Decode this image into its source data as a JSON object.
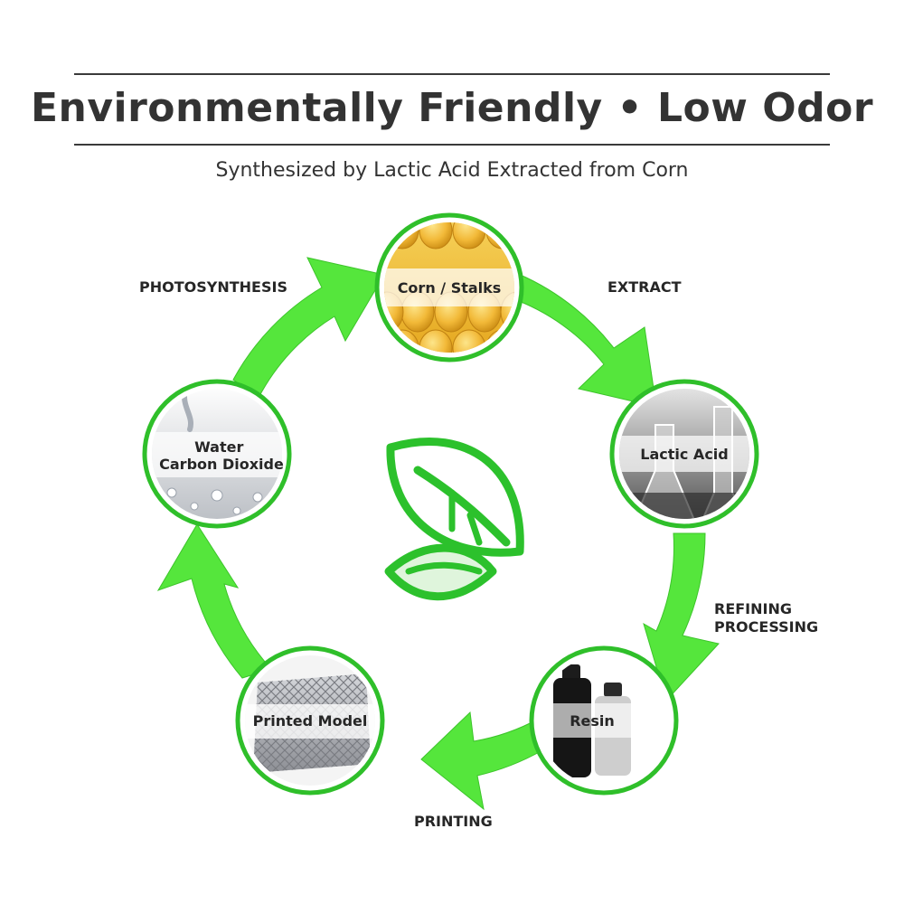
{
  "header": {
    "title": "Environmentally Friendly • Low Odor",
    "subtitle": "Synthesized by Lactic Acid Extracted from Corn"
  },
  "cycle": {
    "nodes": [
      {
        "id": "corn",
        "label_lines": [
          "Corn / Stalks"
        ],
        "icon": "corn-kernels-image"
      },
      {
        "id": "lactic",
        "label_lines": [
          "Lactic Acid"
        ],
        "icon": "lab-flasks-image"
      },
      {
        "id": "resin",
        "label_lines": [
          "Resin"
        ],
        "icon": "resin-bottles-image"
      },
      {
        "id": "model",
        "label_lines": [
          "Printed Model"
        ],
        "icon": "lattice-model-image"
      },
      {
        "id": "water",
        "label_lines": [
          "Water",
          "Carbon Dioxide"
        ],
        "icon": "water-splash-image"
      }
    ],
    "steps": [
      {
        "id": "extract",
        "label_lines": [
          "EXTRACT"
        ]
      },
      {
        "id": "refining",
        "label_lines": [
          "REFINING",
          "PROCESSING"
        ]
      },
      {
        "id": "printing",
        "label_lines": [
          "PRINTING"
        ]
      },
      {
        "id": "photosynthesis",
        "label_lines": [
          "PHOTOSYNTHESIS"
        ]
      }
    ]
  },
  "colors": {
    "ring": "#55e63c",
    "ring_edge": "#3cc42a",
    "node_border": "#2fbf2a",
    "leaf": "#2cc12c",
    "text": "#262626"
  }
}
